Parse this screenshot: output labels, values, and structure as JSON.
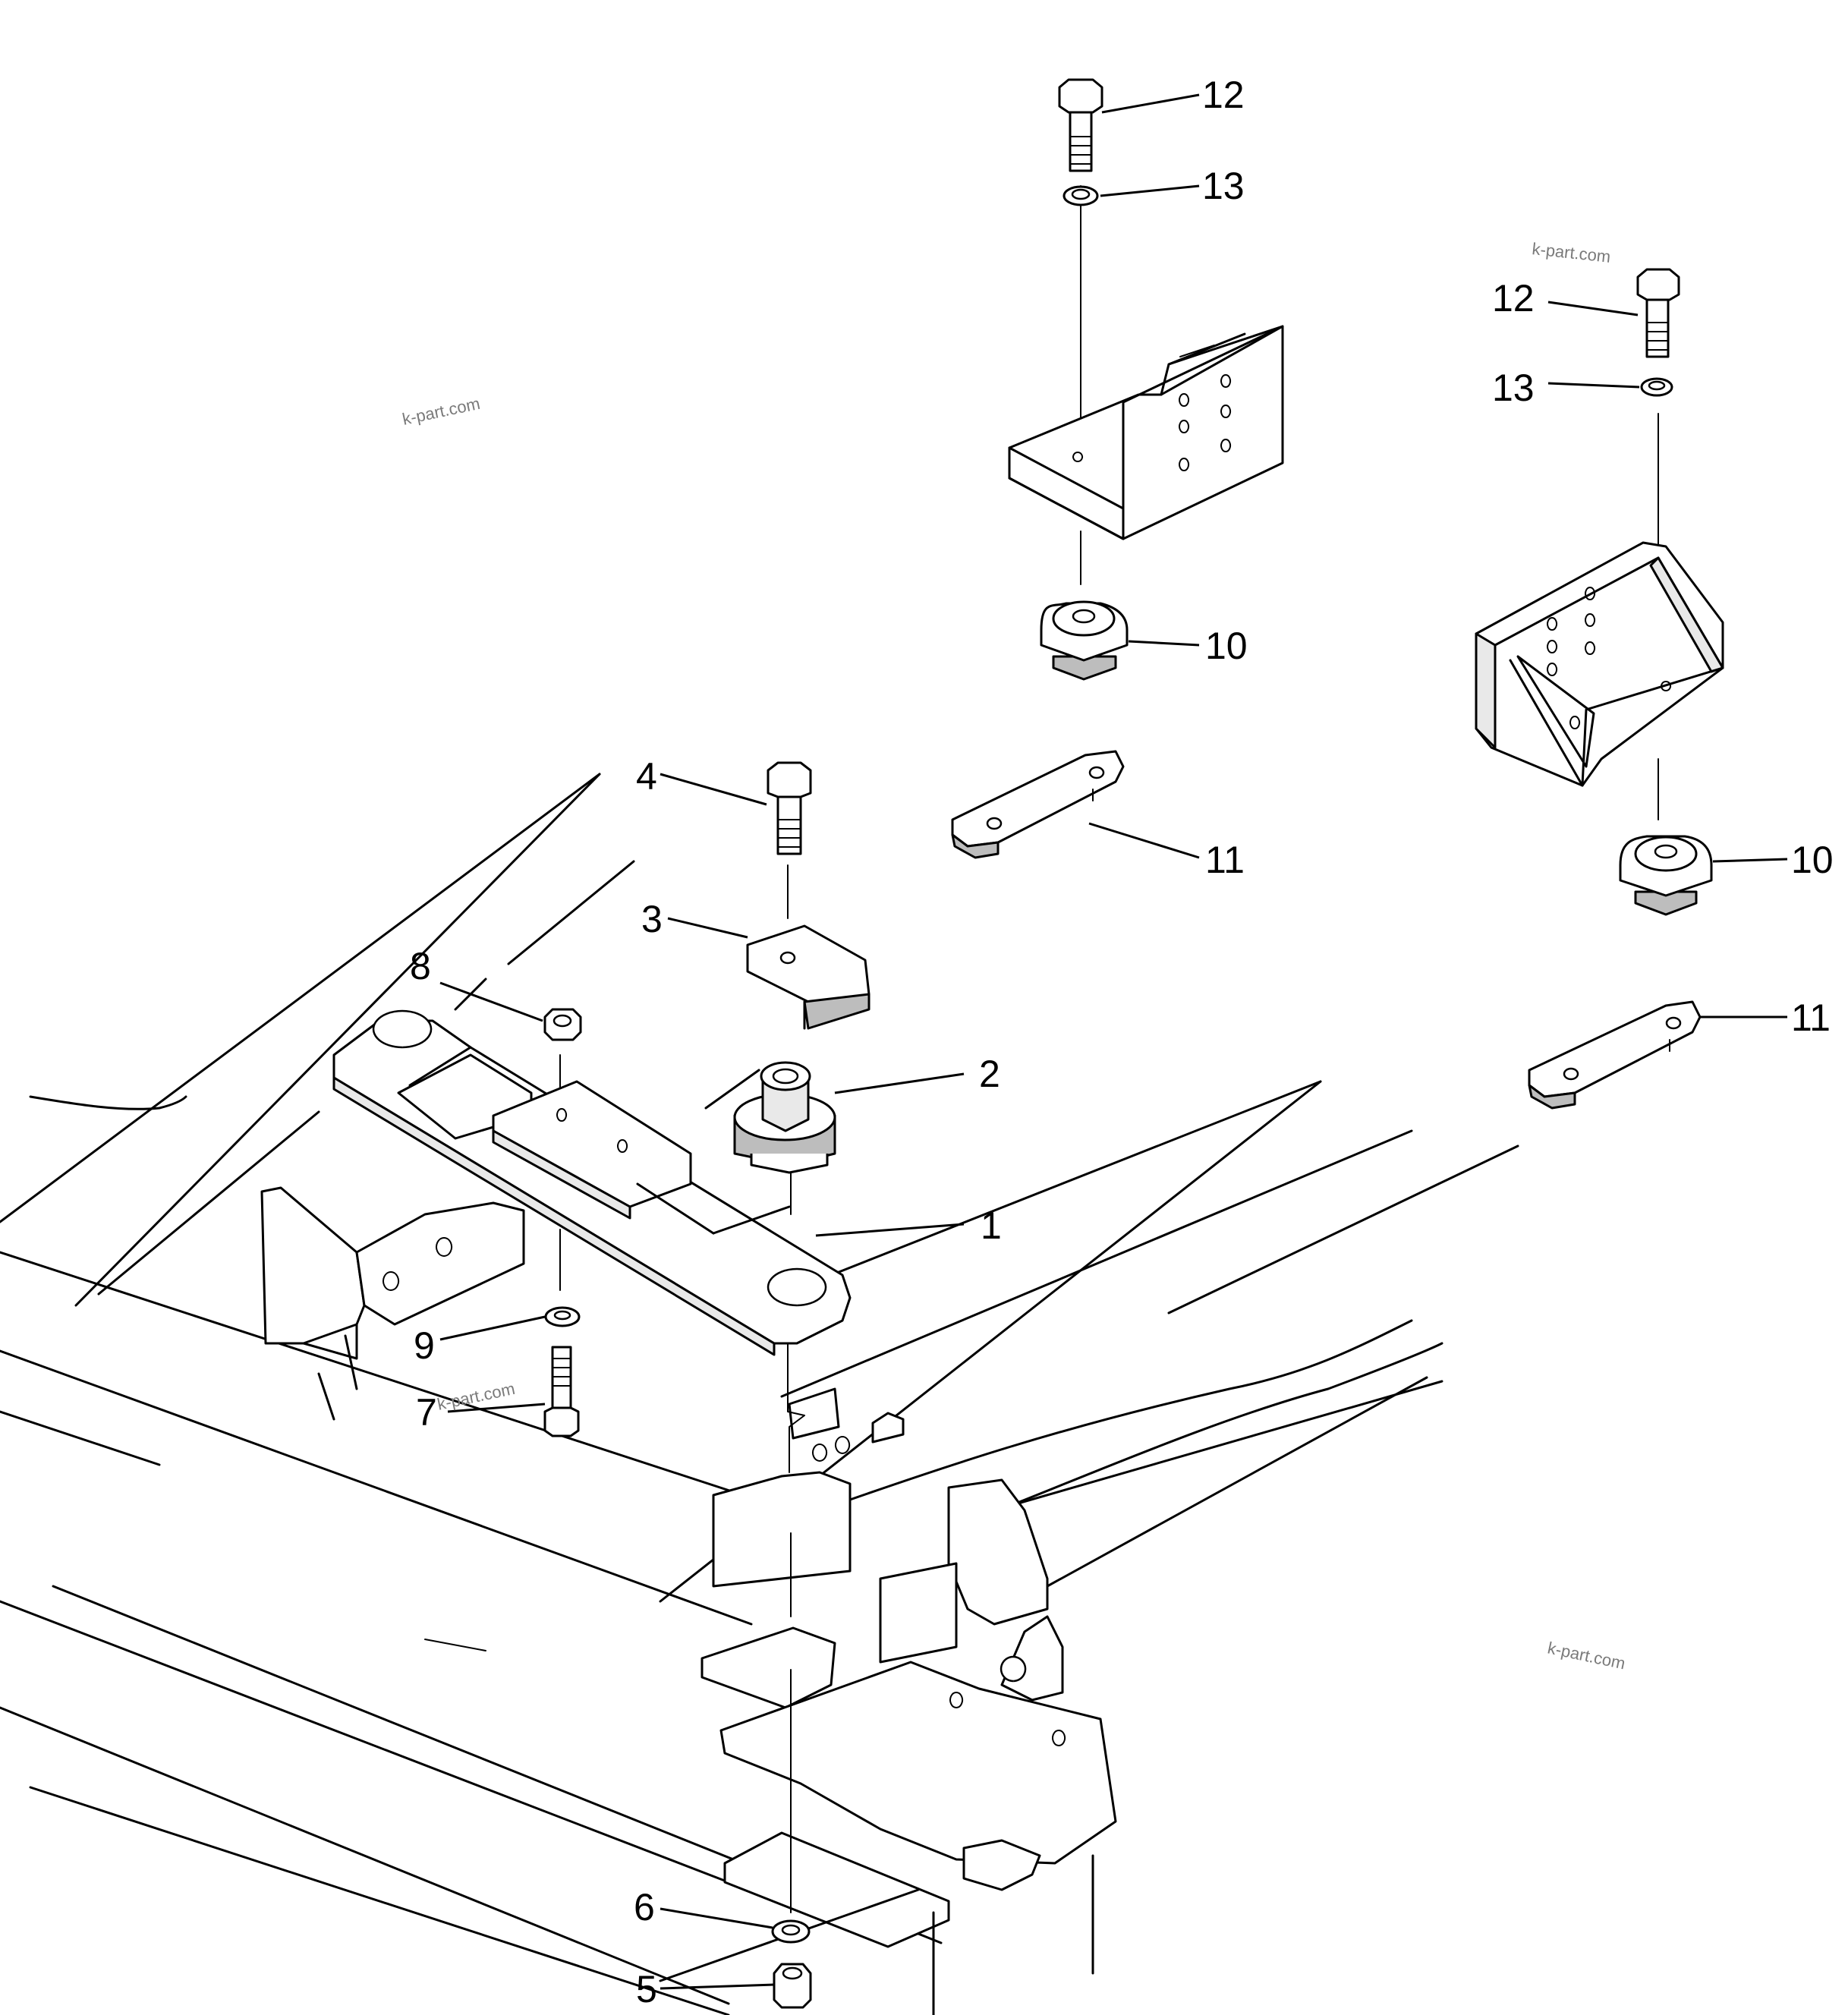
{
  "diagram": {
    "callouts": {
      "p12a": "12",
      "p13a": "13",
      "p10a": "10",
      "p11a": "11",
      "p12b": "12",
      "p13b": "13",
      "p10b": "10",
      "p11b": "11",
      "p4": "4",
      "p3": "3",
      "p8": "8",
      "p2": "2",
      "p1": "1",
      "p9": "9",
      "p7": "7",
      "p6": "6",
      "p5": "5"
    },
    "watermarks": {
      "w1": "k-part.com",
      "w2": "k-part.com",
      "w3": "k-part.com",
      "w4": "k-part.com"
    }
  }
}
